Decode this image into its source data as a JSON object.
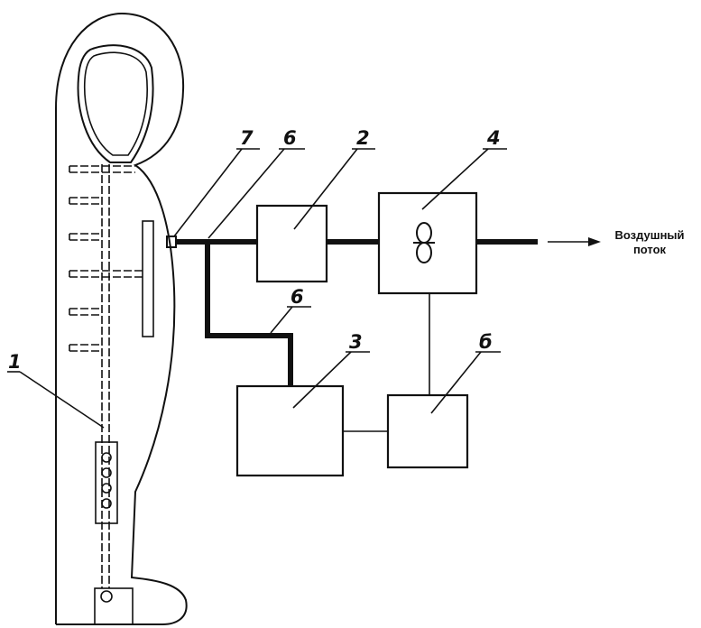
{
  "labels": {
    "l1": "1",
    "l7": "7",
    "l6a": "6",
    "l2": "2",
    "l4": "4",
    "l6b": "6",
    "l3": "3",
    "l5": "б"
  },
  "airflow": {
    "line1": "Воздушный",
    "line2": "поток"
  }
}
